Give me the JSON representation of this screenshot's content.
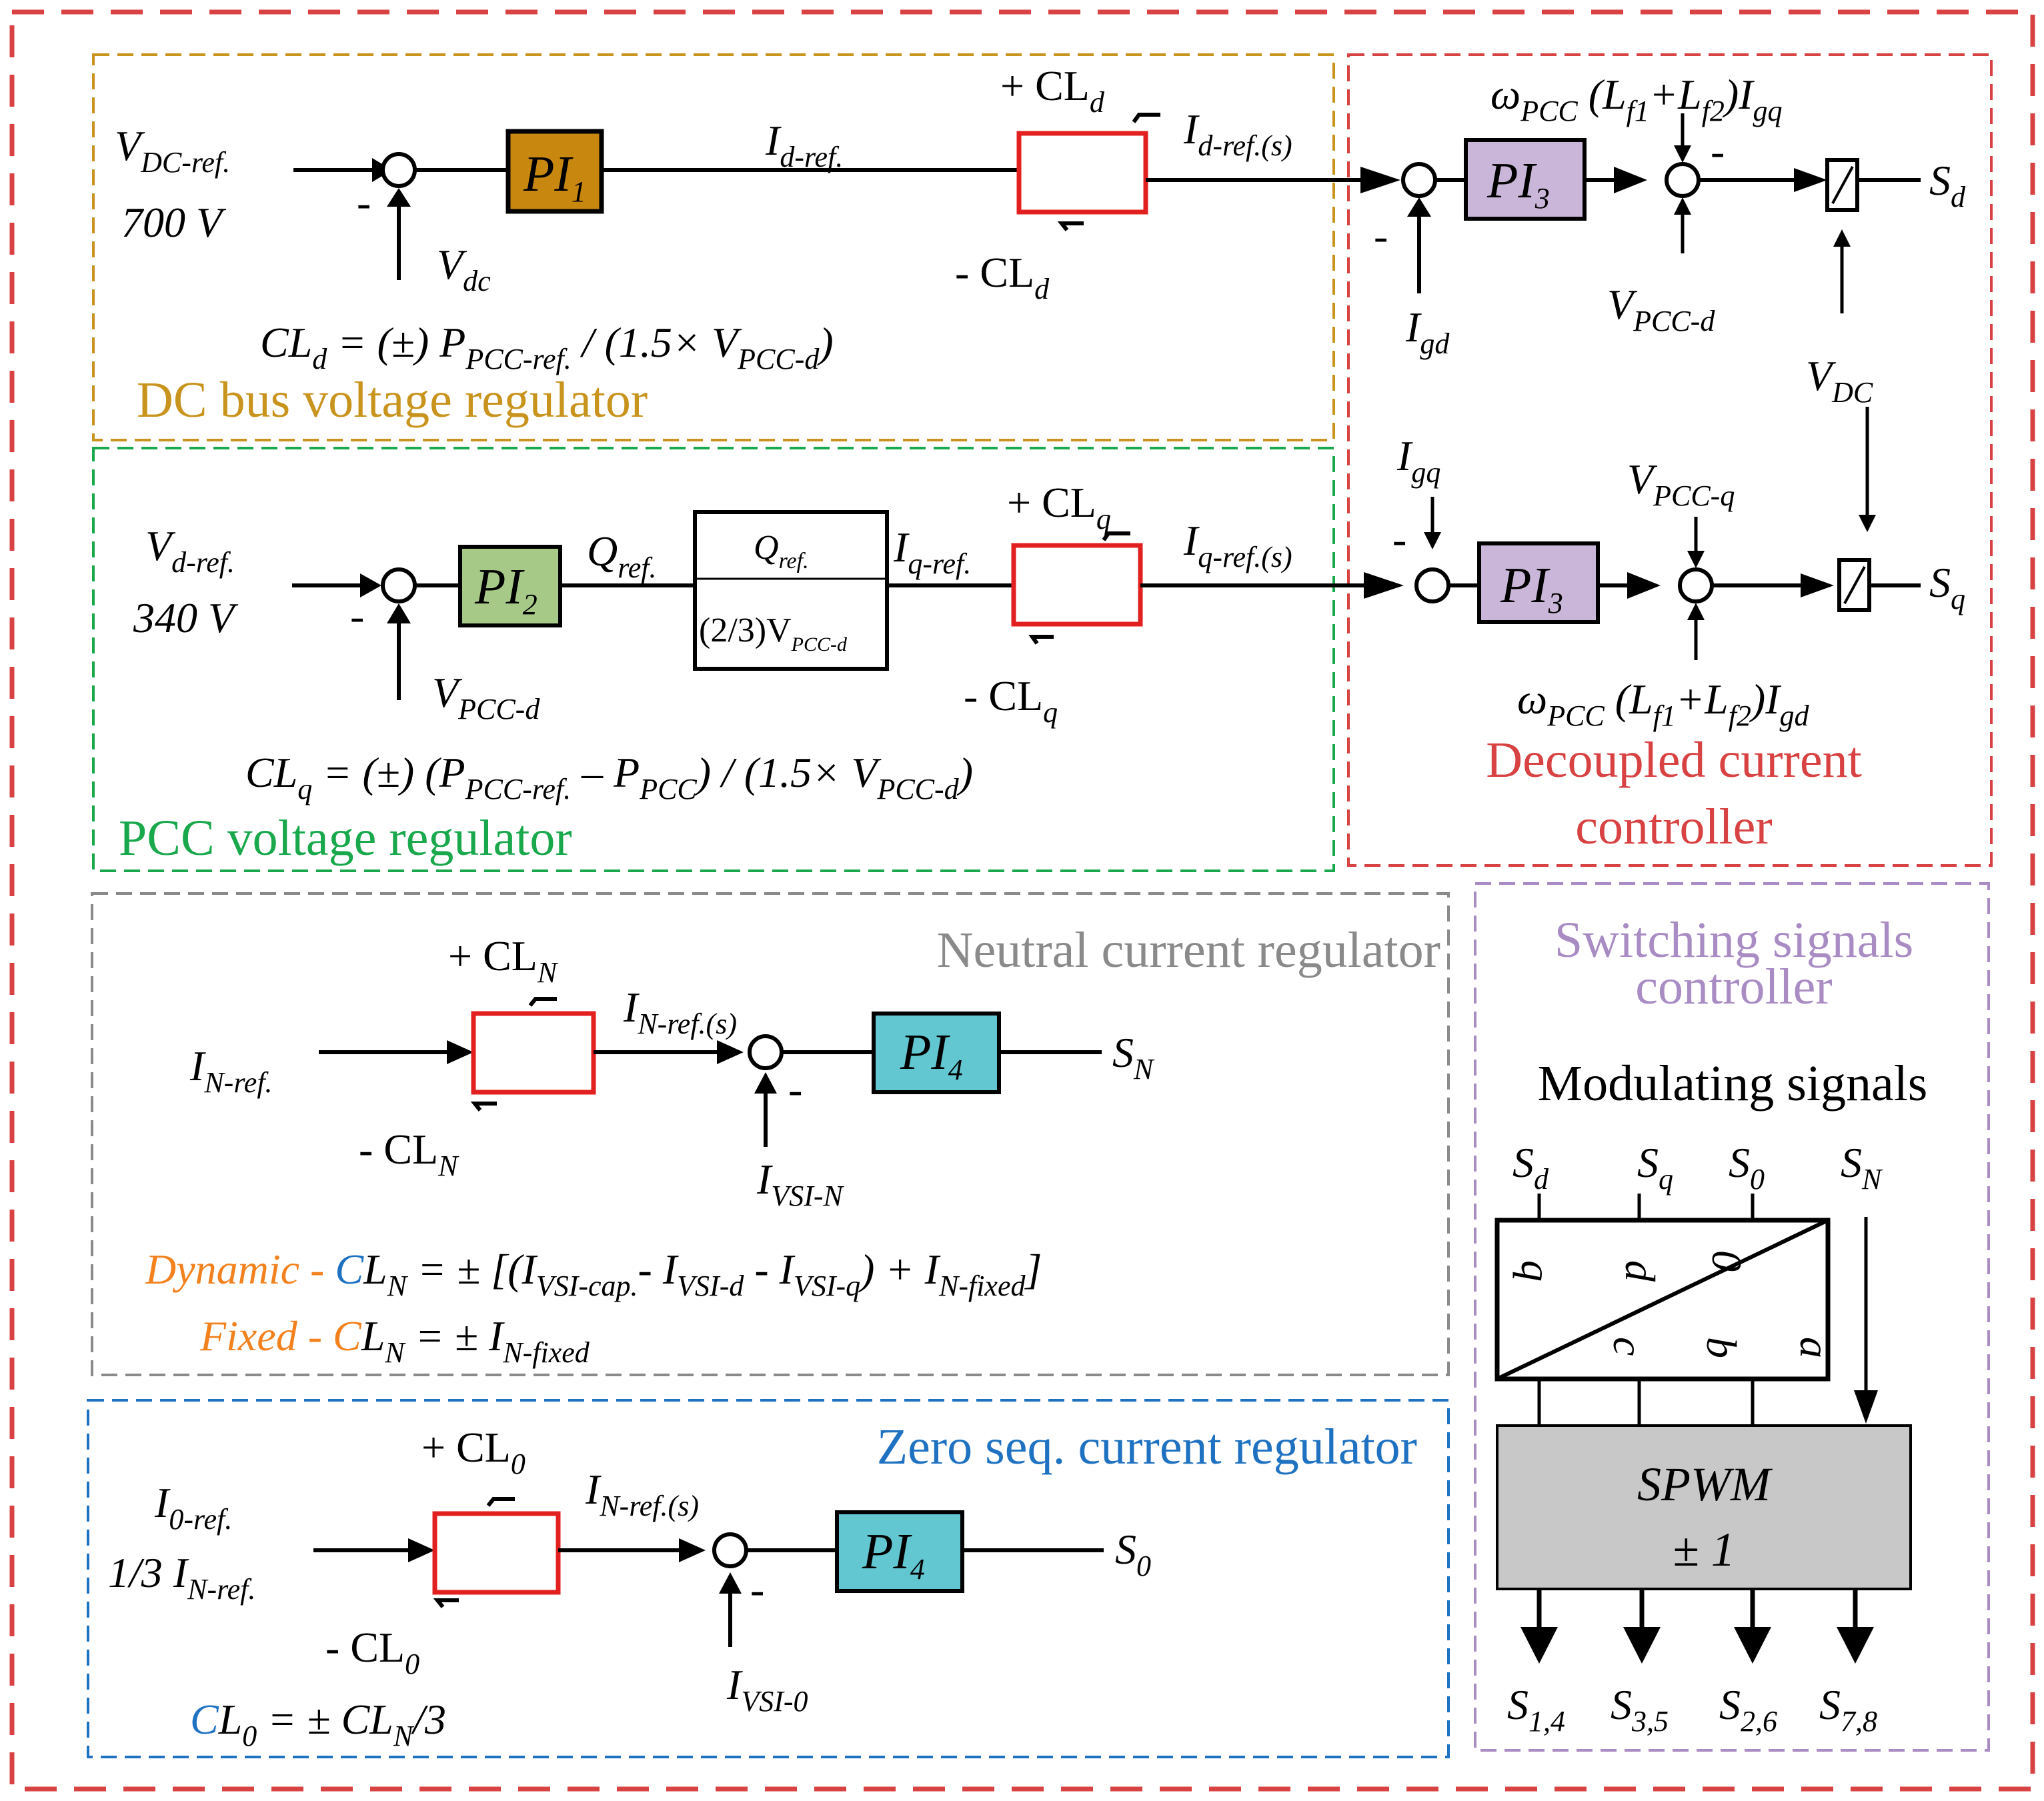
{
  "colors": {
    "outer": "#d94242",
    "dc_section": "#c8941e",
    "pcc_section": "#1aa84d",
    "current_section": "#d94242",
    "neutral_section": "#8a8a8a",
    "zero_section": "#1f72c1",
    "switching_section": "#a98cc4",
    "pi1": "#c8880f",
    "pi2": "#a7c987",
    "pi3": "#c9b6d8",
    "pi4": "#63c7d2",
    "limiter": "#e32020",
    "spwm": "#c8c8c8",
    "orange_text": "#f2811e",
    "blue_text": "#1f72c1"
  },
  "dc_regulator": {
    "title": "DC bus voltage regulator",
    "v_ref": {
      "main": "V",
      "sub": "DC-ref."
    },
    "v_ref_value": "700 V",
    "minus": "-",
    "v_dc": {
      "main": "V",
      "sub": "dc"
    },
    "pi": {
      "main": "PI",
      "sub": "1"
    },
    "i_ref": {
      "main": "I",
      "sub": "d-ref."
    },
    "limit_pos": {
      "main": "+ CL",
      "sub": "d"
    },
    "limit_neg": {
      "main": "- CL",
      "sub": "d"
    },
    "i_ref_s": {
      "main": "I",
      "sub": "d-ref.(s)"
    },
    "formula": {
      "a": "CL",
      "a_sub": "d",
      "b": " = (±)  P",
      "b_sub": "PCC-ref.",
      "c": " / (1.5× V",
      "c_sub": "PCC-d",
      "d": ")"
    }
  },
  "pcc_regulator": {
    "title": "PCC voltage regulator",
    "v_ref": {
      "main": "V",
      "sub": "d-ref."
    },
    "v_ref_value": "340 V",
    "minus": "-",
    "v_fb": {
      "main": "V",
      "sub": "PCC-d"
    },
    "pi": {
      "main": "PI",
      "sub": "2"
    },
    "q_ref": {
      "main": "Q",
      "sub": "ref."
    },
    "div_num": {
      "main": "Q",
      "sub": "ref."
    },
    "div_den": {
      "a": "(2/3)V",
      "sub": "PCC-d"
    },
    "i_ref": {
      "main": "I",
      "sub": "q-ref."
    },
    "limit_pos": {
      "main": "+ CL",
      "sub": "q"
    },
    "limit_neg": {
      "main": "- CL",
      "sub": "q"
    },
    "i_ref_s": {
      "main": "I",
      "sub": "q-ref.(s)"
    },
    "formula": {
      "a": "CL",
      "a_sub": "q",
      "b": " = (±) (P",
      "b_sub": "PCC-ref.",
      "c": " – P",
      "c_sub": "PCC",
      "d": ") / (1.5× V",
      "d_sub": "PCC-d",
      "e": ")"
    }
  },
  "current_controller": {
    "title_line1": "Decoupled current",
    "title_line2": "controller",
    "minus": "-",
    "pi_d": {
      "main": "PI",
      "sub": "3"
    },
    "pi_q": {
      "main": "PI",
      "sub": "3"
    },
    "i_gd": {
      "main": "I",
      "sub": "gd"
    },
    "i_gq": {
      "main": "I",
      "sub": "gq"
    },
    "v_pcc_d": {
      "main": "V",
      "sub": "PCC-d"
    },
    "v_pcc_q": {
      "main": "V",
      "sub": "PCC-q"
    },
    "v_dc": {
      "main": "V",
      "sub": "DC"
    },
    "decouple_top": {
      "w": "ω",
      "w_sub": "PCC",
      "a": " (L",
      "a_sub": "f1",
      "b": "+L",
      "b_sub": "f2",
      "c": ")I",
      "c_sub": "gq"
    },
    "decouple_bottom": {
      "w": "ω",
      "w_sub": "PCC",
      "a": " (L",
      "a_sub": "f1",
      "b": "+L",
      "b_sub": "f2",
      "c": ")I",
      "c_sub": "gd"
    },
    "s_d": {
      "main": "S",
      "sub": "d"
    },
    "s_q": {
      "main": "S",
      "sub": "q"
    }
  },
  "neutral_regulator": {
    "title": "Neutral current regulator",
    "i_ref": {
      "main": "I",
      "sub": "N-ref."
    },
    "limit_pos": {
      "main": "+ CL",
      "sub": "N"
    },
    "limit_neg": {
      "main": "- CL",
      "sub": "N"
    },
    "i_ref_s": {
      "main": "I",
      "sub": "N-ref.(s)"
    },
    "minus": "-",
    "i_fb": {
      "main": "I",
      "sub": "VSI-N"
    },
    "pi": {
      "main": "PI",
      "sub": "4"
    },
    "out": {
      "main": "S",
      "sub": "N"
    },
    "dynamic": {
      "lead": "Dynamic - ",
      "c": "C",
      "l": "L",
      "l_sub": "N",
      "b": " = ± [(I",
      "b_sub": "VSI-cap.",
      "c2": "- I",
      "c2_sub": "VSI-d",
      "d": " - I",
      "d_sub": "VSI-q",
      "e": ") + I",
      "e_sub": "N-fixed",
      "f": "]"
    },
    "fixed": {
      "lead": "Fixed - ",
      "c": "C",
      "l": "L",
      "l_sub": "N",
      "b": " =  ± I",
      "b_sub": "N-fixed"
    }
  },
  "zero_regulator": {
    "title": "Zero seq. current regulator",
    "i_ref": {
      "main": "I",
      "sub": "0-ref."
    },
    "i_ref_expr": {
      "main": "1/3 I",
      "sub": "N-ref."
    },
    "limit_pos": {
      "main": "+ CL",
      "sub": "0"
    },
    "limit_neg": {
      "main": "- CL",
      "sub": "0"
    },
    "i_ref_s": {
      "main": "I",
      "sub": "N-ref.(s)"
    },
    "minus": "-",
    "i_fb": {
      "main": "I",
      "sub": "VSI-0"
    },
    "pi": {
      "main": "PI",
      "sub": "4"
    },
    "out": {
      "main": "S",
      "sub": "0"
    },
    "formula": {
      "c": "C",
      "l": "L",
      "l_sub": "0",
      "b": " = ±  CL",
      "b_sub": "N",
      "d": "/3"
    }
  },
  "switching": {
    "title_line1": "Switching signals",
    "title_line2": "controller",
    "modulating": "Modulating signals",
    "inputs": [
      {
        "main": "S",
        "sub": "d"
      },
      {
        "main": "S",
        "sub": "q"
      },
      {
        "main": "S",
        "sub": "0"
      },
      {
        "main": "S",
        "sub": "N"
      }
    ],
    "transform_top": [
      "q",
      "d",
      "0"
    ],
    "transform_bottom": [
      "c",
      "b",
      "a"
    ],
    "spwm_label": "SPWM",
    "spwm_range": "± 1",
    "outputs": [
      {
        "main": "S",
        "sub": "1,4"
      },
      {
        "main": "S",
        "sub": "3,5"
      },
      {
        "main": "S",
        "sub": "2,6"
      },
      {
        "main": "S",
        "sub": "7,8"
      }
    ]
  }
}
